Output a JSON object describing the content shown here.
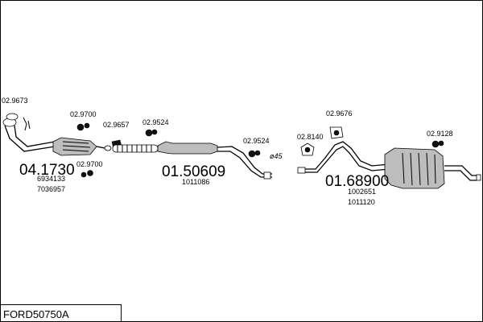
{
  "title_box": {
    "label": "FORD50750A"
  },
  "assemblies": [
    {
      "code": "04.1730",
      "refs": [
        "6934133",
        "7036957"
      ]
    },
    {
      "code": "01.50609",
      "refs": [
        "1011086"
      ]
    },
    {
      "code": "01.68900",
      "refs": [
        "1002651",
        "1011120"
      ]
    }
  ],
  "fittings": [
    "02.9673",
    "02.9700",
    "02.9657",
    "02.9524",
    "02.9700",
    "02.9524",
    "02.8140",
    "02.9676",
    "02.9128"
  ],
  "pipe_diameter": "ø45"
}
